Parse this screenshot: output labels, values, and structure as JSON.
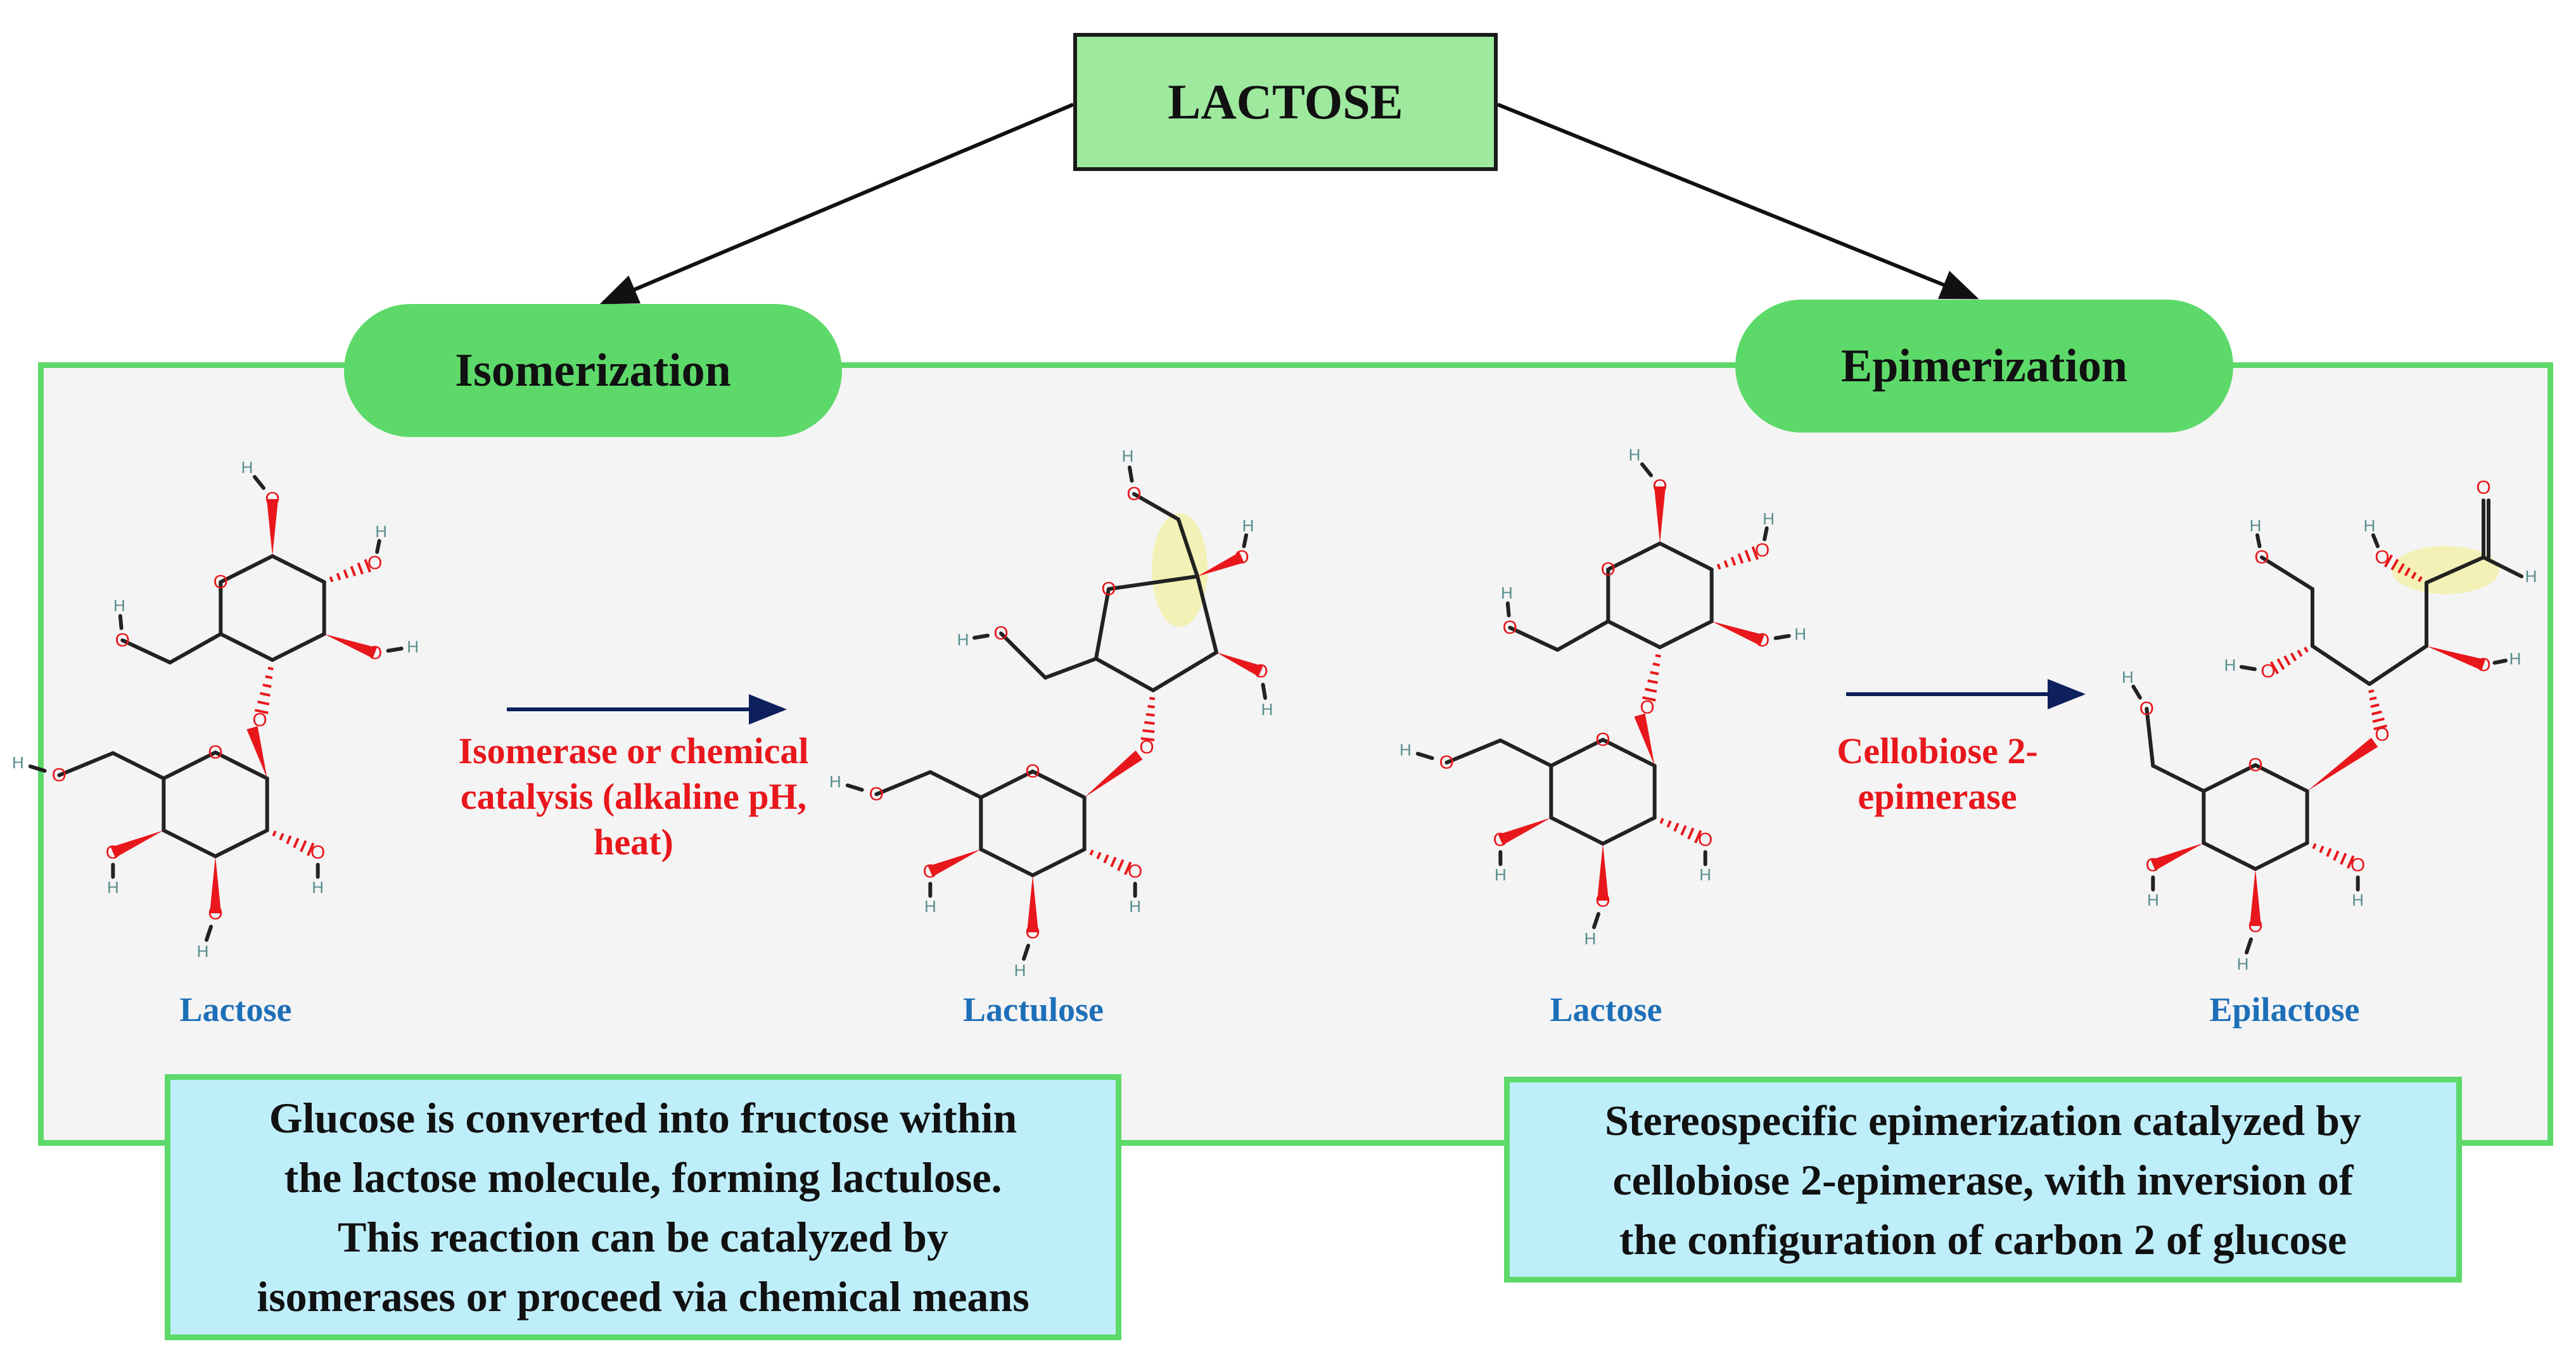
{
  "root": {
    "label": "LACTOSE"
  },
  "branches": {
    "isomerization": {
      "title": "Isomerization",
      "reactant": "Lactose",
      "product": "Lactulose",
      "catalyst_lines": [
        "Isomerase  or chemical",
        "catalysis (alkaline pH,",
        "heat)"
      ],
      "description_lines": [
        "Glucose is converted into fructose within",
        "the lactose molecule, forming lactulose.",
        "This reaction can be catalyzed by",
        "isomerases or proceed via chemical means"
      ]
    },
    "epimerization": {
      "title": "Epimerization",
      "reactant": "Lactose",
      "product": "Epilactose",
      "catalyst_lines": [
        "Cellobiose 2-",
        "epimerase"
      ],
      "description_lines": [
        "Stereospecific epimerization catalyzed by",
        "cellobiose 2-epimerase, with inversion of",
        "the configuration of carbon 2 of glucose"
      ]
    }
  },
  "atoms": {
    "oxygen": "O",
    "hydrogen": "H"
  },
  "colors": {
    "root_fill": "#9ee99e",
    "pill_fill": "#5dd96a",
    "panel_border": "#5dd96a",
    "panel_fill": "#f4f4f4",
    "note_fill": "#bfeefb",
    "molecule_label": "#1d6fb8",
    "catalyst_text": "#e8171c",
    "reaction_arrow": "#0d1f5c",
    "bond": "#222222",
    "oxygen": "#e8171c",
    "hydrogen": "#5a8d8d",
    "highlight": "#f2f0a6"
  }
}
